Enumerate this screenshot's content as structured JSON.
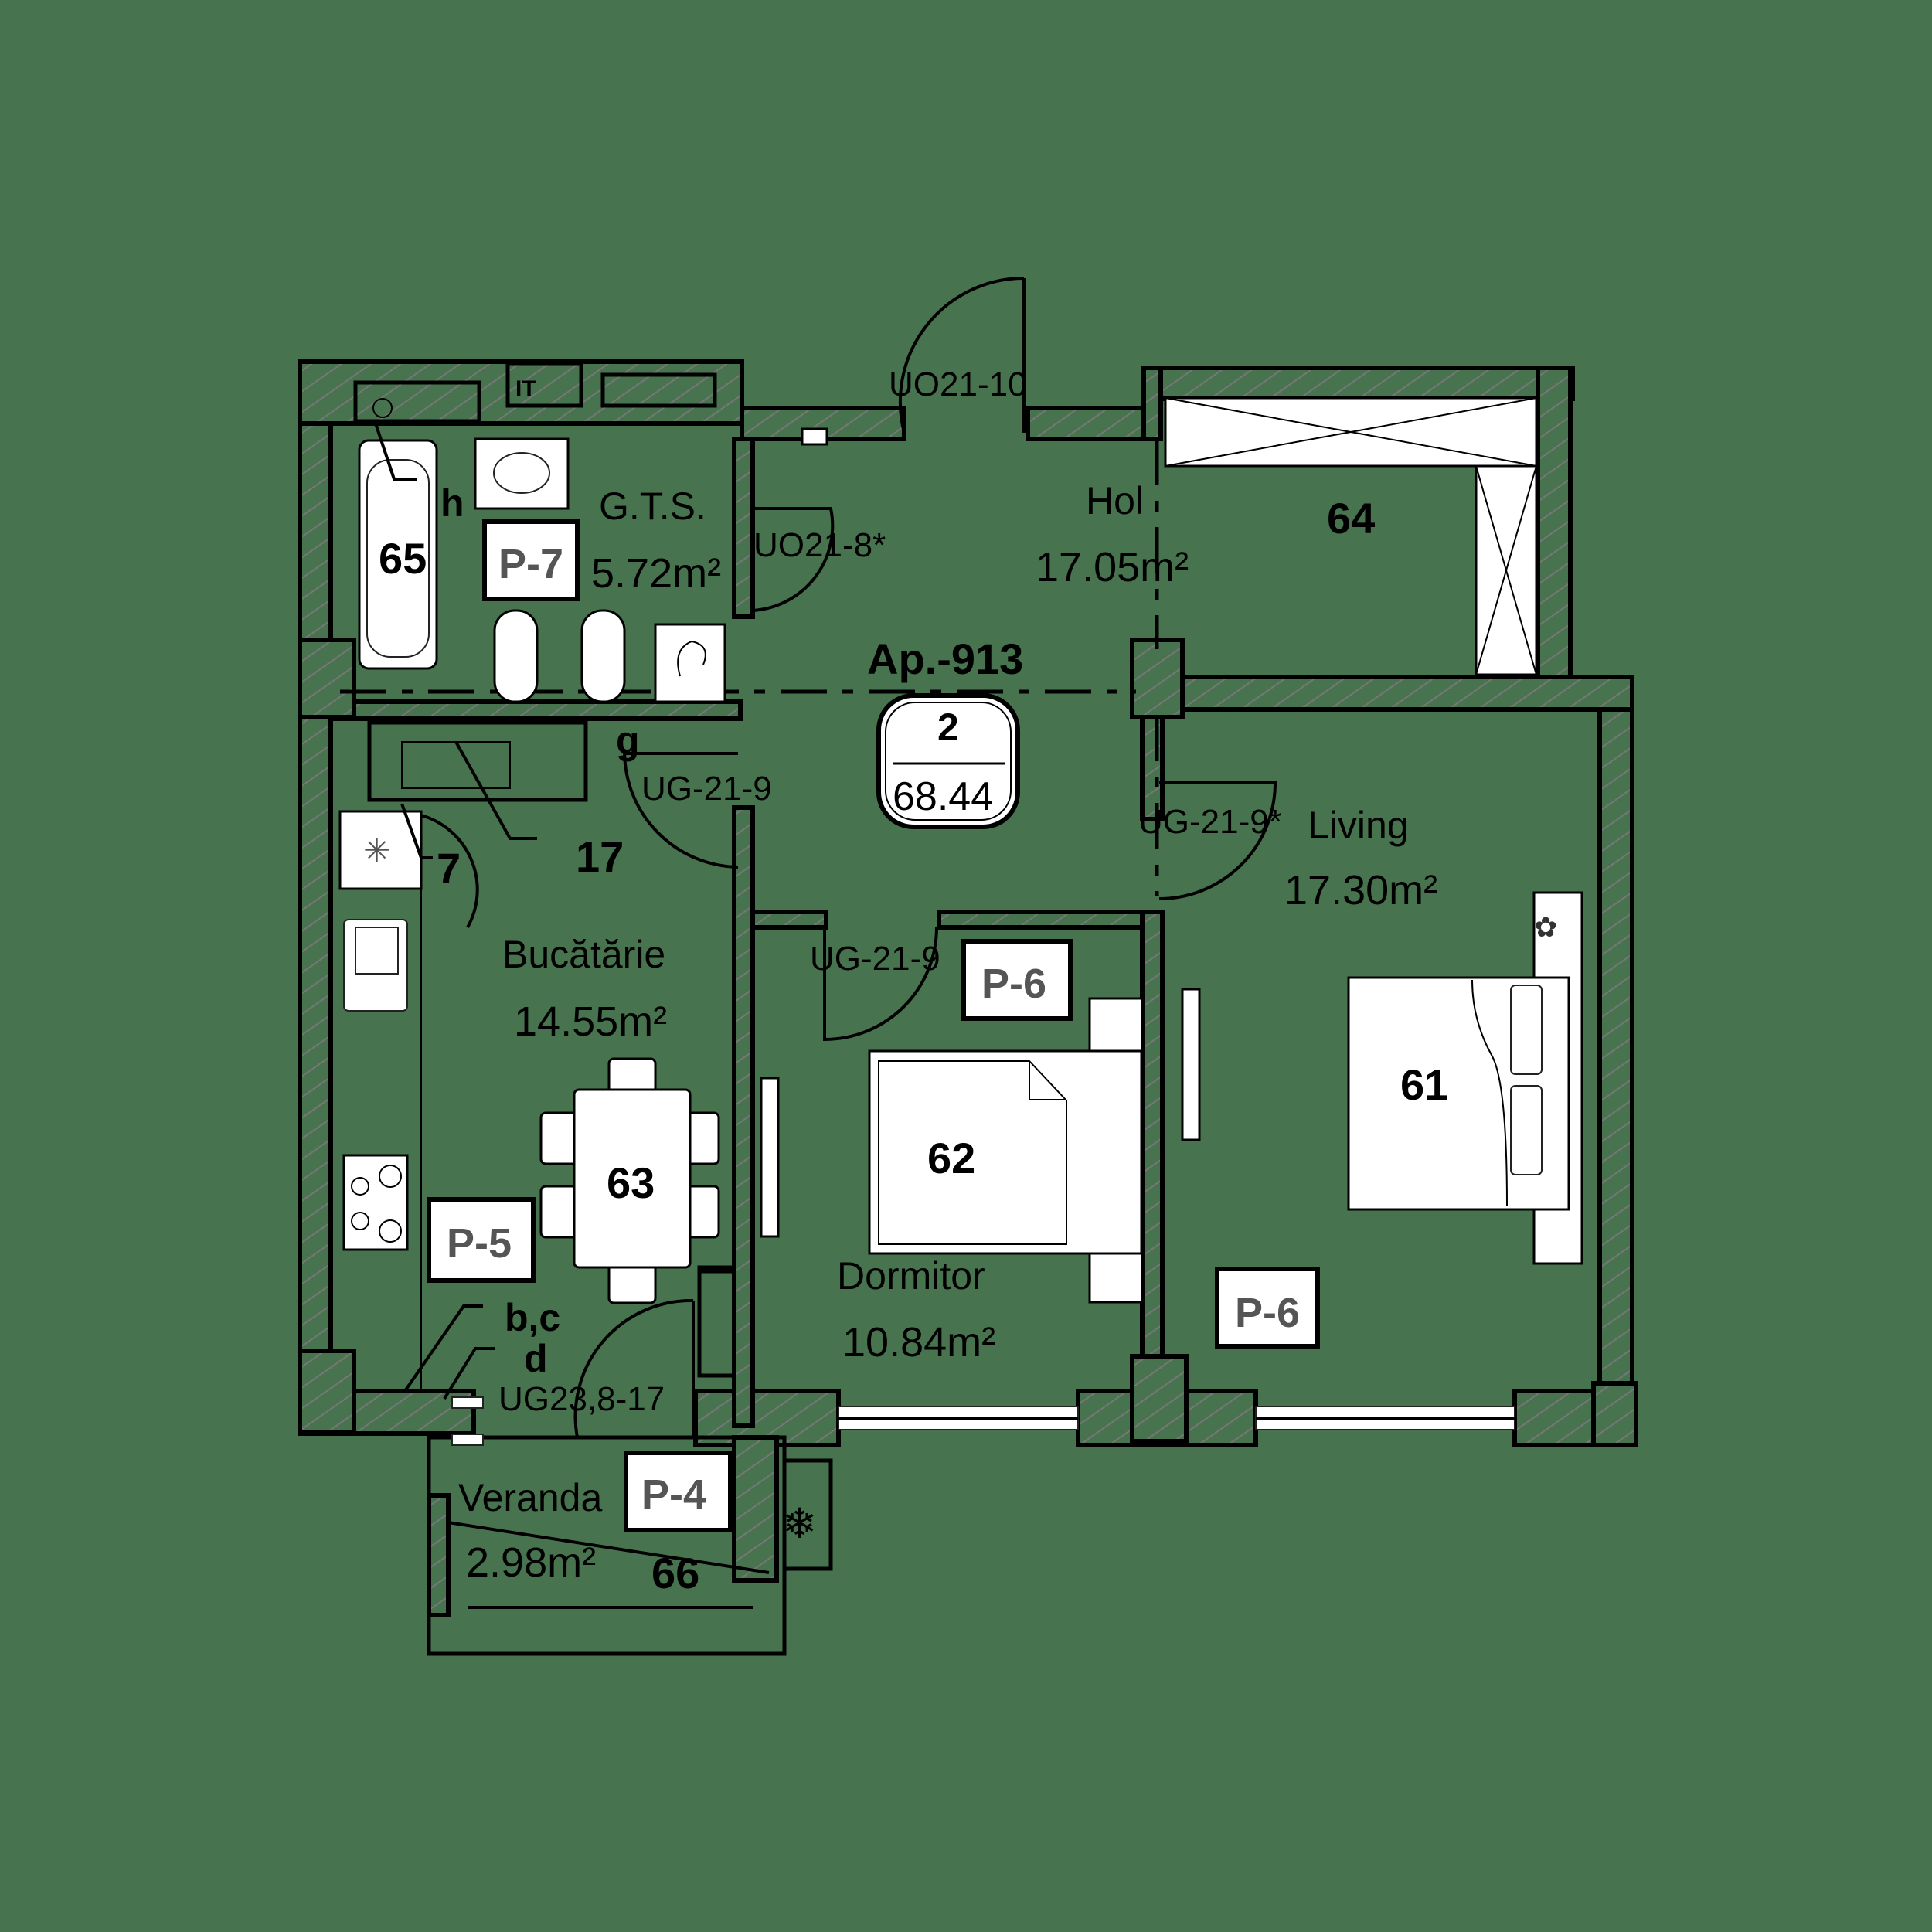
{
  "plan": {
    "background_color": "#48734F",
    "apartment": {
      "title": "Ap.-913",
      "rooms_count": "2",
      "total_area": "68.44"
    },
    "rooms": [
      {
        "id": "gts",
        "name": "G.T.S.",
        "area": "5.72m²",
        "tag": "P-7"
      },
      {
        "id": "hol",
        "name": "Hol",
        "area": "17.05m²"
      },
      {
        "id": "bucatarie",
        "name": "Bucătărie",
        "area": "14.55m²",
        "tag": "P-5"
      },
      {
        "id": "dormitor",
        "name": "Dormitor",
        "area": "10.84m²",
        "tag": "P-6"
      },
      {
        "id": "living",
        "name": "Living",
        "area": "17.30m²",
        "tag": "P-6"
      },
      {
        "id": "veranda",
        "name": "Veranda",
        "area": "2.98m²",
        "tag": "P-4"
      }
    ],
    "doors": [
      {
        "code": "UO21-10",
        "location": "entrance"
      },
      {
        "code": "UO21-8*",
        "location": "gts"
      },
      {
        "code": "UG-21-9",
        "location": "kitchen"
      },
      {
        "code": "UG-21-9*",
        "location": "living"
      },
      {
        "code": "UG-21-9",
        "location": "bedroom"
      },
      {
        "code": "UG23,8-17",
        "location": "veranda"
      }
    ],
    "furniture_numbers": {
      "bed_living": "61",
      "bed_bedroom": "62",
      "dining_table": "63",
      "wardrobe_hall": "64",
      "bathtub": "65",
      "veranda": "66",
      "boiler": "7",
      "stove_hood": "17"
    },
    "installation_letters": {
      "h": "h",
      "g": "g",
      "bc": "b,c",
      "d": "d",
      "it": "IT"
    }
  }
}
